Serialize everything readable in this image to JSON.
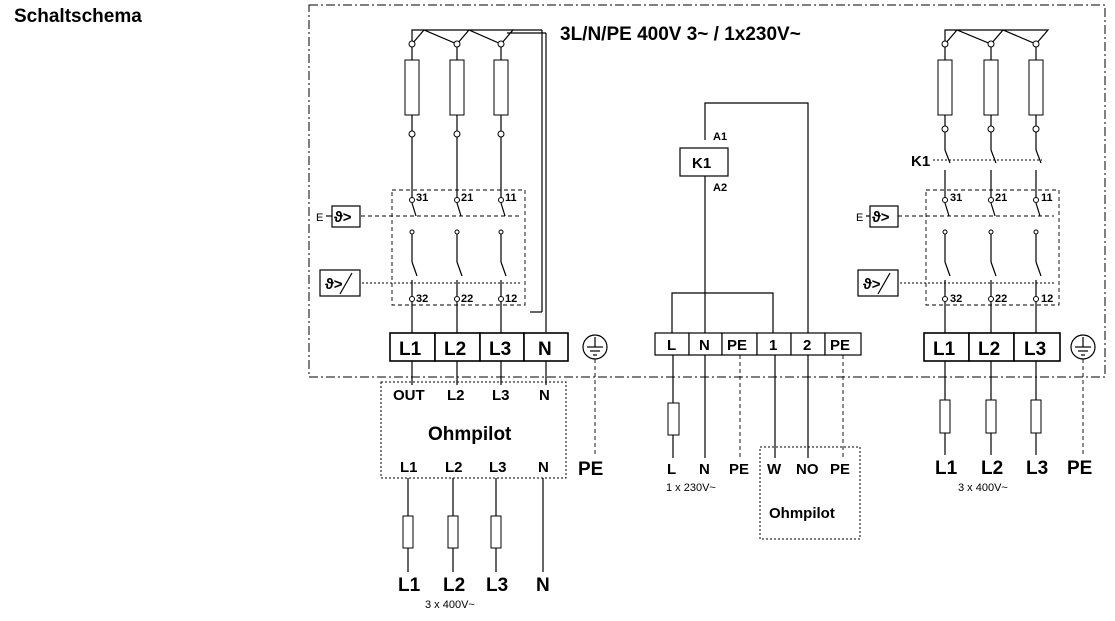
{
  "title": "Schaltschema",
  "header": "3L/N/PE 400V 3~ / 1x230V~",
  "left_unit": {
    "contacts": [
      "31",
      "21",
      "11"
    ],
    "contacts_bottom": [
      "32",
      "22",
      "12"
    ],
    "thermostat_e_label": "E",
    "thermostat_symbol": "ϑ>",
    "terminals": [
      "L1",
      "L2",
      "L3",
      "N"
    ],
    "ohmpilot": {
      "title": "Ohmpilot",
      "top_labels": [
        "OUT",
        "L2",
        "L3",
        "N"
      ],
      "bottom_labels": [
        "L1",
        "L2",
        "L3",
        "N"
      ]
    },
    "pe_label": "PE",
    "supply_labels": [
      "L1",
      "L2",
      "L3",
      "N"
    ],
    "supply_note": "3 x 400V~"
  },
  "middle_unit": {
    "relay_label": "K1",
    "coil_top": "A1",
    "coil_bottom": "A2",
    "terminals": [
      "L",
      "N",
      "PE",
      "1",
      "2",
      "PE"
    ],
    "bottom_labels": [
      "L",
      "N",
      "PE"
    ],
    "supply_note": "1 x 230V~",
    "ohmpilot": {
      "labels": [
        "W",
        "NO",
        "PE"
      ],
      "title": "Ohmpilot"
    }
  },
  "right_unit": {
    "relay_label": "K1",
    "contacts": [
      "31",
      "21",
      "11"
    ],
    "contacts_bottom": [
      "32",
      "22",
      "12"
    ],
    "thermostat_e_label": "E",
    "thermostat_symbol": "ϑ>",
    "terminals": [
      "L1",
      "L2",
      "L3"
    ],
    "supply_labels": [
      "L1",
      "L2",
      "L3",
      "PE"
    ],
    "supply_note": "3 x 400V~"
  }
}
